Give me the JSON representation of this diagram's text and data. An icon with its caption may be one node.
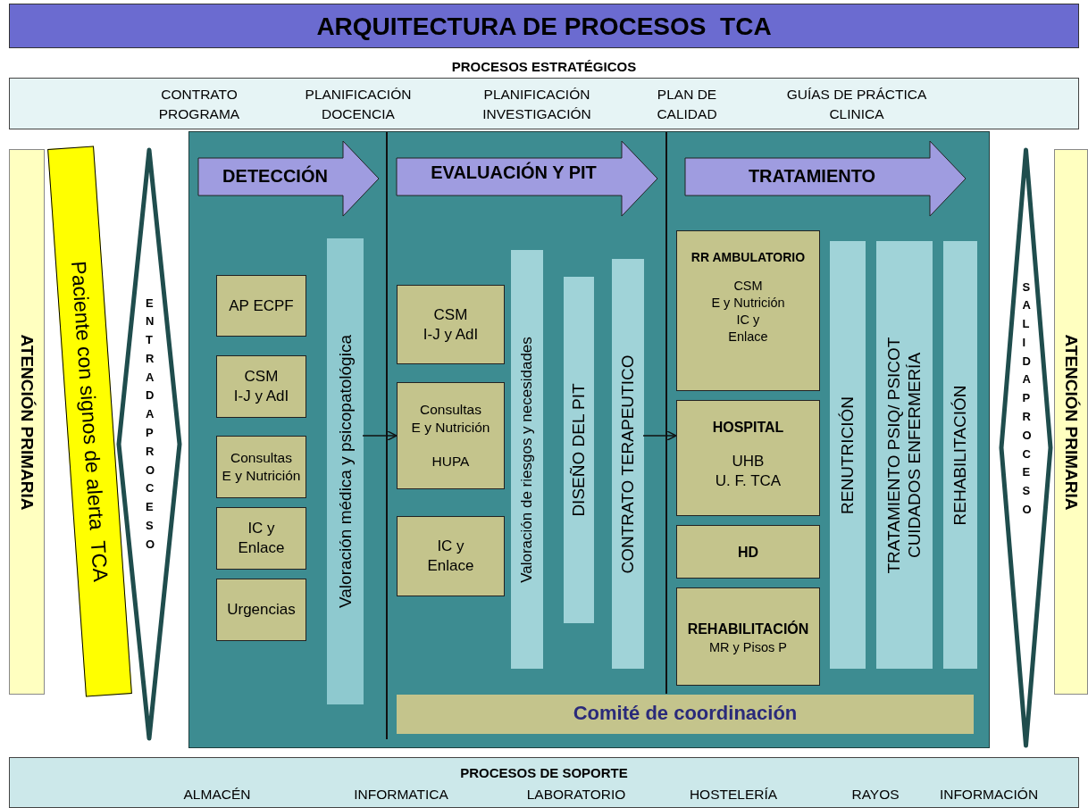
{
  "diagram": {
    "title": "ARQUITECTURA DE PROCESOS  TCA",
    "nodes": [
      {
        "text": [
          "PROCESOS ESTRATÉGICOS",
          "CONTRATO PROGRAMA",
          "PLANIFICACIÓN DOCENCIA",
          "PLANIFICACIÓN INVESTIGACIÓN",
          "PLAN DE CALIDAD",
          "GUÍAS DE PRÁCTICA CLINICA"
        ]
      },
      {
        "text": [
          "ATENCIÓN PRIMARIA"
        ]
      },
      {
        "text": [
          "Paciente con signos de alerta  TCA"
        ]
      },
      {
        "text": [
          "ENTRADA PROCESO"
        ]
      },
      {
        "text": [],
        "shape": "box"
      },
      {
        "text": [
          "DETECCIÓN"
        ],
        "in": 4
      },
      {
        "text": [
          "AP ECPF"
        ],
        "in": 4
      },
      {
        "text": [
          "CSM I-J y AdI"
        ],
        "in": 4
      },
      {
        "text": [
          "Consultas E y Nutrición"
        ],
        "in": 4
      },
      {
        "text": [
          "IC y Enlace"
        ],
        "in": 4
      },
      {
        "text": [
          "Urgencias"
        ],
        "in": 4
      },
      {
        "text": [
          "Valoración médica y psicopatológica"
        ],
        "in": 4
      },
      {
        "text": [
          "EVALUACIÓN Y PIT"
        ],
        "in": 4
      },
      {
        "text": [
          "CSM I-J y AdI"
        ],
        "in": 4
      },
      {
        "text": [
          "Consultas E y Nutrición",
          "HUPA"
        ],
        "in": 4
      },
      {
        "text": [
          "IC y Enlace"
        ],
        "in": 4
      },
      {
        "text": [
          "Valoración de riesgos y necesidades"
        ],
        "in": 4
      },
      {
        "text": [
          "DISEÑO DEL PIT"
        ],
        "in": 4
      },
      {
        "text": [
          "CONTRATO TERAPEUTICO"
        ],
        "in": 4
      },
      {
        "text": [
          "TRATAMIENTO"
        ],
        "in": 4
      },
      {
        "text": [
          "RR AMBULATORIO",
          "CSM E y Nutrición IC y Enlace"
        ],
        "in": 4
      },
      {
        "text": [
          "HOSPITAL",
          "UHB U. F. TCA"
        ],
        "in": 4
      },
      {
        "text": [
          "HD"
        ],
        "in": 4
      },
      {
        "text": [
          "REHABILITACIÓN",
          "MR y Pisos P"
        ],
        "in": 4
      },
      {
        "text": [
          "RENUTRICIÓN"
        ],
        "in": 4
      },
      {
        "text": [
          "TRATAMIENTO PSIQ/ PSICOT CUIDADOS ENFERMERÍA"
        ],
        "in": 4
      },
      {
        "text": [
          "REHABILITACIÓN"
        ],
        "in": 4
      },
      {
        "text": [
          "Comité de coordinación"
        ],
        "in": 4
      },
      {
        "text": [
          "SALIDA PROCESO"
        ]
      },
      {
        "text": [
          "ATENCIÓN PRIMARIA"
        ]
      },
      {
        "text": [
          "PROCESOS DE SOPORTE",
          "ALMACÉN",
          "INFORMATICA",
          "LABORATORIO",
          "HOSTELERÍA",
          "RAYOS",
          "INFORMACIÓN"
        ]
      }
    ],
    "edges": [
      {
        "from": 11,
        "to": 14,
        "arrow": "to"
      },
      {
        "from": 18,
        "to": 21,
        "arrow": "to"
      }
    ]
  }
}
